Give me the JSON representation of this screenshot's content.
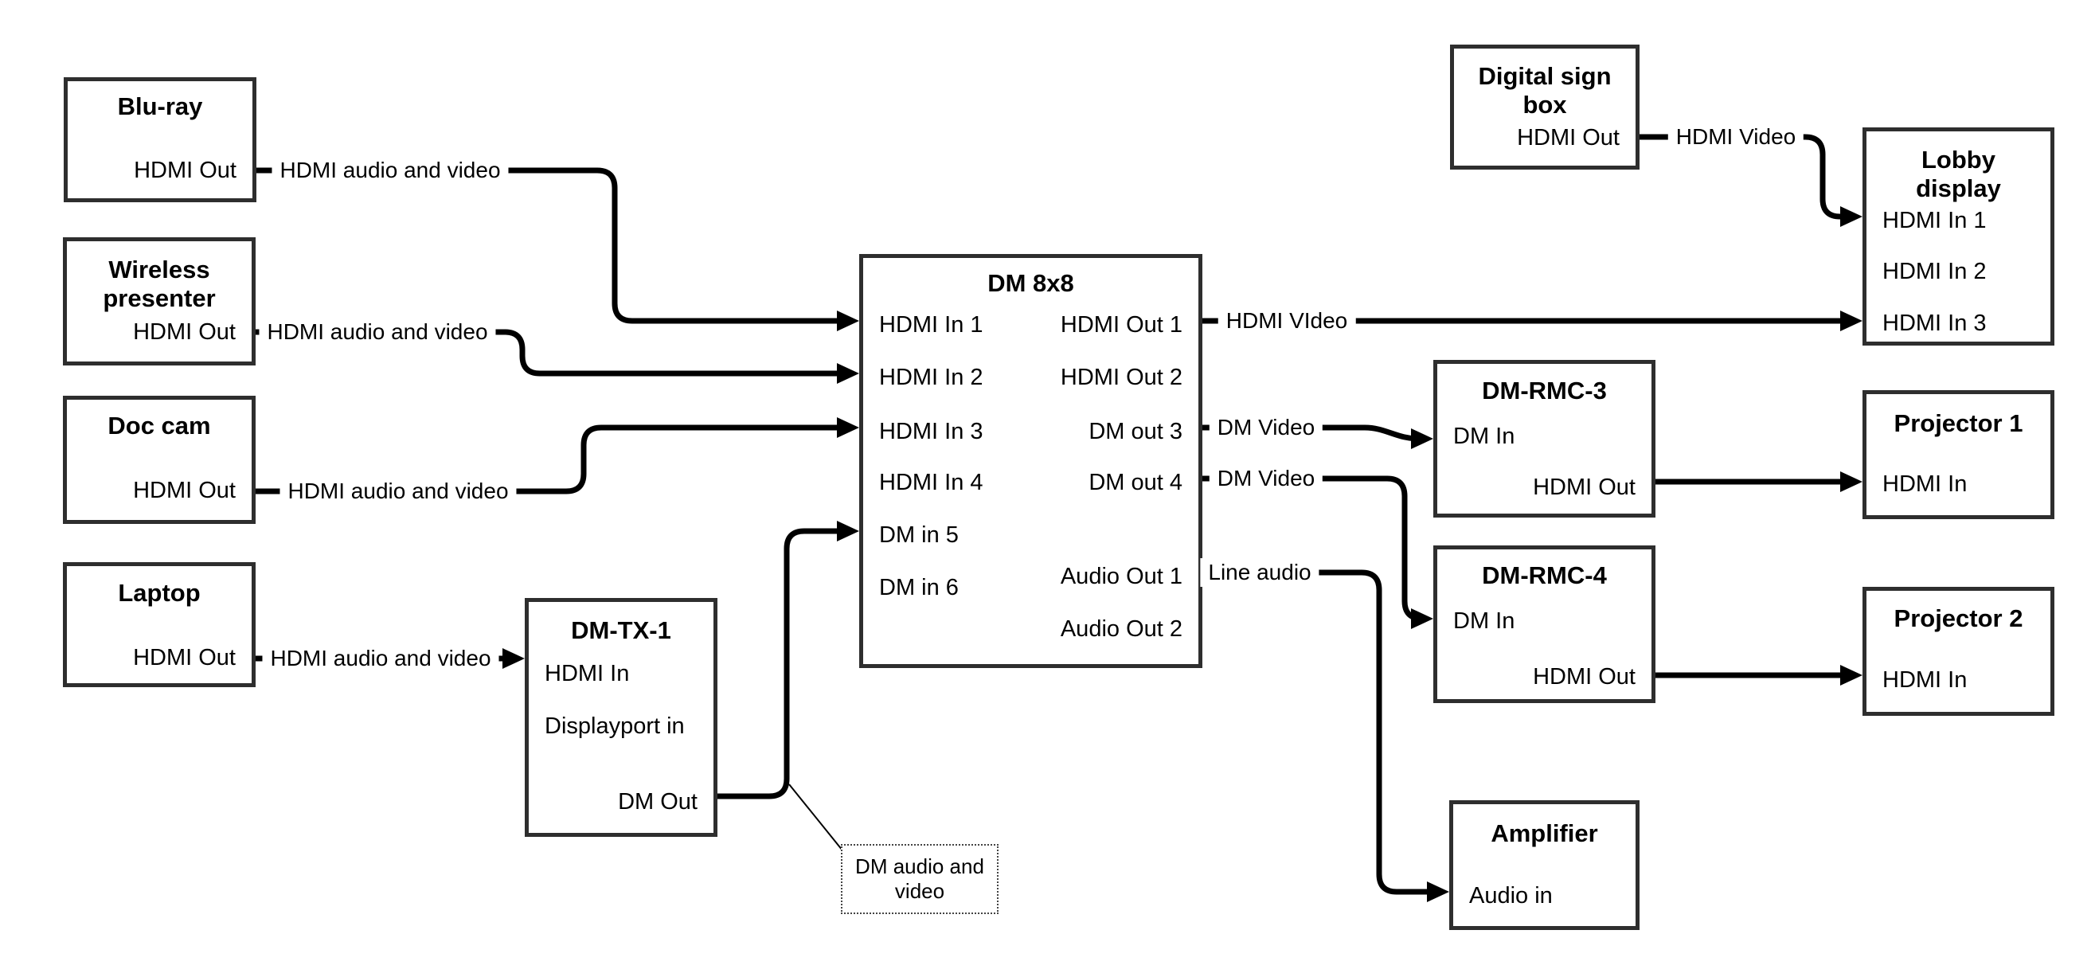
{
  "diagram": {
    "background": "#ffffff",
    "line_color": "#000000",
    "box_border_color": "#2e2e2e",
    "nodes": {
      "bluray": {
        "title": "Blu-ray",
        "ports": {
          "hdmi_out": "HDMI Out"
        }
      },
      "wireless": {
        "title": "Wireless presenter",
        "ports": {
          "hdmi_out": "HDMI Out"
        }
      },
      "doccam": {
        "title": "Doc cam",
        "ports": {
          "hdmi_out": "HDMI Out"
        }
      },
      "laptop": {
        "title": "Laptop",
        "ports": {
          "hdmi_out": "HDMI Out"
        }
      },
      "dmtx1": {
        "title": "DM-TX-1",
        "ports": {
          "hdmi_in": "HDMI In",
          "displayport_in": "Displayport in",
          "dm_out": "DM Out"
        }
      },
      "dm8x8": {
        "title": "DM 8x8",
        "ports_left": [
          "HDMI In 1",
          "HDMI In 2",
          "HDMI In 3",
          "HDMI In 4",
          "DM in 5",
          "DM in 6"
        ],
        "ports_right": [
          "HDMI Out 1",
          "HDMI Out 2",
          "DM out 3",
          "DM out 4",
          "Audio Out 1",
          "Audio Out 2"
        ]
      },
      "digitalsign": {
        "title": "Digital sign box",
        "ports": {
          "hdmi_out": "HDMI Out"
        }
      },
      "lobby": {
        "title": "Lobby display",
        "ports_left": [
          "HDMI In 1",
          "HDMI In 2",
          "HDMI In 3"
        ]
      },
      "dmrmc3": {
        "title": "DM-RMC-3",
        "ports": {
          "dm_in": "DM In",
          "hdmi_out": "HDMI Out"
        }
      },
      "proj1": {
        "title": "Projector 1",
        "ports": {
          "hdmi_in": "HDMI In"
        }
      },
      "dmrmc4": {
        "title": "DM-RMC-4",
        "ports": {
          "dm_in": "DM In",
          "hdmi_out": "HDMI Out"
        }
      },
      "proj2": {
        "title": "Projector 2",
        "ports": {
          "hdmi_in": "HDMI In"
        }
      },
      "amplifier": {
        "title": "Amplifier",
        "ports": {
          "audio_in": "Audio in"
        }
      }
    },
    "connection_labels": {
      "bluray_to_in1": "HDMI audio and video",
      "wireless_to_in2": "HDMI audio and video",
      "doccam_to_in3": "HDMI audio and video",
      "laptop_to_tx": "HDMI audio and video",
      "out1_to_lobby": "HDMI VIdeo",
      "out3_to_rmc3": "DM Video",
      "out4_to_rmc4": "DM Video",
      "audio1_to_amp": "Line audio",
      "sign_to_lobby": "HDMI Video"
    },
    "note": {
      "text": "DM audio and video"
    }
  }
}
